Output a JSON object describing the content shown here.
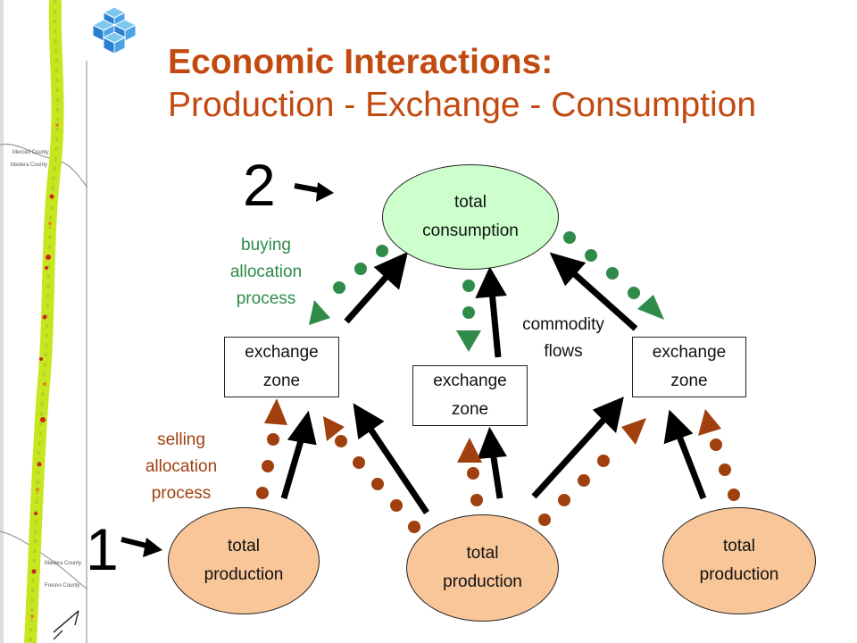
{
  "title": {
    "line1": "Economic Interactions:",
    "line2": "Production - Exchange - Consumption"
  },
  "markers": {
    "one": "1",
    "two": "2"
  },
  "nodes": {
    "consumption": {
      "line1": "total",
      "line2": "consumption"
    },
    "production_left": {
      "line1": "total",
      "line2": "production"
    },
    "production_mid": {
      "line1": "total",
      "line2": "production"
    },
    "production_right": {
      "line1": "total",
      "line2": "production"
    },
    "exchange_left": {
      "line1": "exchange",
      "line2": "zone"
    },
    "exchange_mid": {
      "line1": "exchange",
      "line2": "zone"
    },
    "exchange_right": {
      "line1": "exchange",
      "line2": "zone"
    }
  },
  "labels": {
    "buying": {
      "line1": "buying",
      "line2": "allocation",
      "line3": "process"
    },
    "selling": {
      "line1": "selling",
      "line2": "allocation",
      "line3": "process"
    },
    "commodity": {
      "line1": "commodity",
      "line2": "flows"
    }
  },
  "colors": {
    "title": "#c24a10",
    "buying": "#2e8b4a",
    "selling": "#a0400e",
    "consumption_fill": "#ccffcc",
    "production_fill": "#f9c69a",
    "map_strip": "#c8e61e"
  },
  "icons": {
    "logo": "blue-cubes-logo-icon",
    "map": "county-map-strip-icon"
  }
}
